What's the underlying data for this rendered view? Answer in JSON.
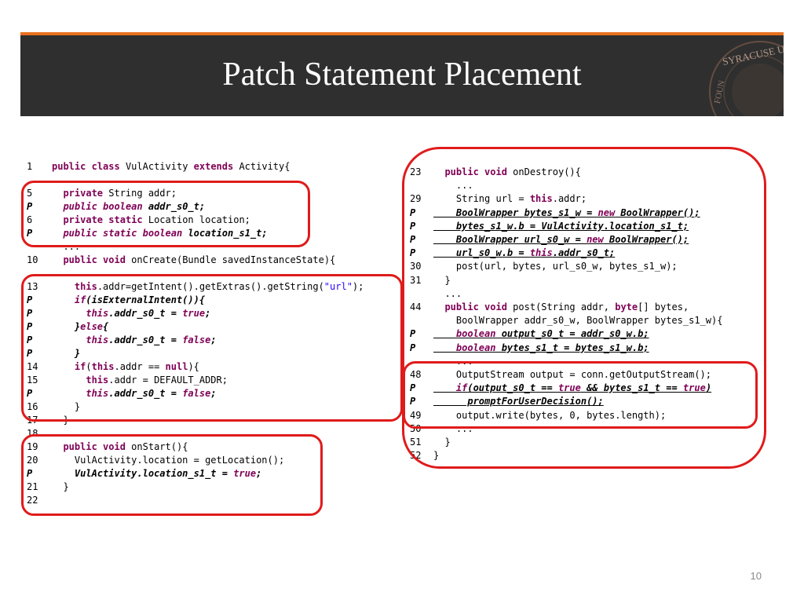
{
  "slide": {
    "title": "Patch Statement Placement",
    "page_number": "10",
    "seal_text": "SYRACUSE UNIVERSITY FOUNDED"
  },
  "left_code": [
    {
      "n": "1",
      "t": "public class VulActivity extends Activity{"
    },
    {
      "n": "",
      "t": "  ..."
    },
    {
      "n": "5",
      "t": "  private String addr;"
    },
    {
      "n": "P",
      "t": "  public boolean addr_s0_t;"
    },
    {
      "n": "6",
      "t": "  private static Location location;"
    },
    {
      "n": "P",
      "t": "  public static boolean location_s1_t;"
    },
    {
      "n": "",
      "t": "  ..."
    },
    {
      "n": "10",
      "t": "  public void onCreate(Bundle savedInstanceState){"
    },
    {
      "n": "",
      "t": "    ..."
    },
    {
      "n": "13",
      "t": "    this.addr=getIntent().getExtras().getString(\"url\");"
    },
    {
      "n": "P",
      "t": "    if(isExternalIntent()){"
    },
    {
      "n": "P",
      "t": "      this.addr_s0_t = true;"
    },
    {
      "n": "P",
      "t": "    }else{"
    },
    {
      "n": "P",
      "t": "      this.addr_s0_t = false;"
    },
    {
      "n": "P",
      "t": "    }"
    },
    {
      "n": "14",
      "t": "    if(this.addr == null){"
    },
    {
      "n": "15",
      "t": "      this.addr = DEFAULT_ADDR;"
    },
    {
      "n": "P",
      "t": "      this.addr_s0_t = false;"
    },
    {
      "n": "16",
      "t": "    }"
    },
    {
      "n": "17",
      "t": "  }"
    },
    {
      "n": "18",
      "t": ""
    },
    {
      "n": "19",
      "t": "  public void onStart(){"
    },
    {
      "n": "20",
      "t": "    VulActivity.location = getLocation();"
    },
    {
      "n": "P",
      "t": "    VulActivity.location_s1_t = true;"
    },
    {
      "n": "21",
      "t": "  }"
    },
    {
      "n": "22",
      "t": ""
    }
  ],
  "right_code": [
    {
      "n": "23",
      "t": "  public void onDestroy(){"
    },
    {
      "n": "",
      "t": "    ..."
    },
    {
      "n": "29",
      "t": "    String url = this.addr;"
    },
    {
      "n": "P",
      "t": "    BoolWrapper bytes_s1_w = new BoolWrapper();"
    },
    {
      "n": "P",
      "t": "    bytes_s1_w.b = VulActivity.location_s1_t;"
    },
    {
      "n": "P",
      "t": "    BoolWrapper url_s0_w = new BoolWrapper();"
    },
    {
      "n": "P",
      "t": "    url_s0_w.b = this.addr_s0_t;"
    },
    {
      "n": "30",
      "t": "    post(url, bytes, url_s0_w, bytes_s1_w);"
    },
    {
      "n": "31",
      "t": "  }"
    },
    {
      "n": "",
      "t": "  ..."
    },
    {
      "n": "44",
      "t": "  public void post(String addr, byte[] bytes,"
    },
    {
      "n": "",
      "t": "    BoolWrapper addr_s0_w, BoolWrapper bytes_s1_w){"
    },
    {
      "n": "P",
      "t": "    boolean output_s0_t = addr_s0_w.b;"
    },
    {
      "n": "P",
      "t": "    boolean bytes_s1_t = bytes_s1_w.b;"
    },
    {
      "n": "",
      "t": "    ..."
    },
    {
      "n": "48",
      "t": "    OutputStream output = conn.getOutputStream();"
    },
    {
      "n": "P",
      "t": "    if(output_s0_t == true && bytes_s1_t == true)"
    },
    {
      "n": "P",
      "t": "      promptForUserDecision();"
    },
    {
      "n": "49",
      "t": "    output.write(bytes, 0, bytes.length);"
    },
    {
      "n": "50",
      "t": "    ..."
    },
    {
      "n": "51",
      "t": "  }"
    },
    {
      "n": "52",
      "t": "}"
    }
  ]
}
